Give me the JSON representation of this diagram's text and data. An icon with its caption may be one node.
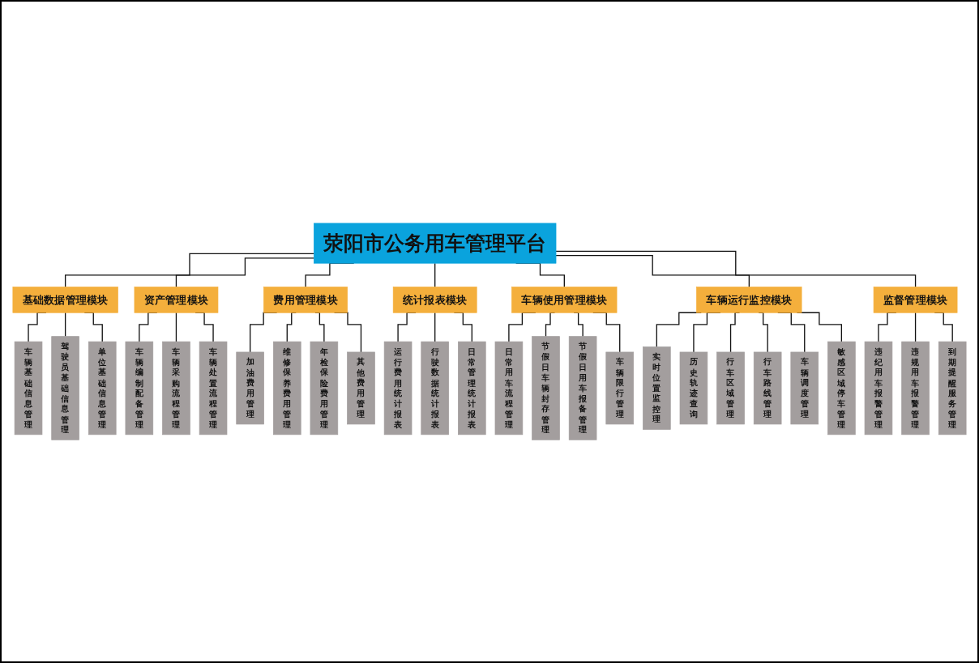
{
  "diagram": {
    "nodes": [
      {
        "text": [
          "荥阳市公务用车管理平台"
        ]
      },
      {
        "text": [
          "基础数据管理模块"
        ]
      },
      {
        "text": [
          "车辆基础信息管理"
        ]
      },
      {
        "text": [
          "驾驶员基础信息管理"
        ]
      },
      {
        "text": [
          "单位基础信息管理"
        ]
      },
      {
        "text": [
          "资产管理模块"
        ]
      },
      {
        "text": [
          "车辆编制配备管理"
        ]
      },
      {
        "text": [
          "车辆采购流程管理"
        ]
      },
      {
        "text": [
          "车辆处置流程管理"
        ]
      },
      {
        "text": [
          "费用管理模块"
        ]
      },
      {
        "text": [
          "加油费用管理"
        ]
      },
      {
        "text": [
          "维修保养费用管理"
        ]
      },
      {
        "text": [
          "年检保险费用管理"
        ]
      },
      {
        "text": [
          "其他费用管理"
        ]
      },
      {
        "text": [
          "统计报表模块"
        ]
      },
      {
        "text": [
          "运行费用统计报表"
        ]
      },
      {
        "text": [
          "行驶数据统计报表"
        ]
      },
      {
        "text": [
          "日常管理统计报表"
        ]
      },
      {
        "text": [
          "车辆使用管理模块"
        ]
      },
      {
        "text": [
          "日常用车流程管理"
        ]
      },
      {
        "text": [
          "节假日车辆封存管理"
        ]
      },
      {
        "text": [
          "节假日用车报备管理"
        ]
      },
      {
        "text": [
          "车辆限行管理"
        ]
      },
      {
        "text": [
          "车辆运行监控模块"
        ]
      },
      {
        "text": [
          "实时位置监控理"
        ]
      },
      {
        "text": [
          "历史轨迹查询"
        ]
      },
      {
        "text": [
          "行车区域管理"
        ]
      },
      {
        "text": [
          "行车路线管理"
        ]
      },
      {
        "text": [
          "车辆调度管理"
        ]
      },
      {
        "text": [
          "敏感区域停车管理"
        ]
      },
      {
        "text": [
          "监督管理模块"
        ]
      },
      {
        "text": [
          "违纪用车报警管理"
        ]
      },
      {
        "text": [
          "违规用车报警管理"
        ]
      },
      {
        "text": [
          "到期提醒服务管理"
        ]
      }
    ],
    "edges": [
      {
        "from": 0,
        "to": 1,
        "arrow": "none"
      },
      {
        "from": 1,
        "to": 2,
        "arrow": "none"
      },
      {
        "from": 1,
        "to": 3,
        "arrow": "none"
      },
      {
        "from": 1,
        "to": 4,
        "arrow": "none"
      },
      {
        "from": 0,
        "to": 5,
        "arrow": "none"
      },
      {
        "from": 5,
        "to": 6,
        "arrow": "none"
      },
      {
        "from": 5,
        "to": 7,
        "arrow": "none"
      },
      {
        "from": 5,
        "to": 8,
        "arrow": "none"
      },
      {
        "from": 0,
        "to": 9,
        "arrow": "none"
      },
      {
        "from": 9,
        "to": 10,
        "arrow": "none"
      },
      {
        "from": 9,
        "to": 11,
        "arrow": "none"
      },
      {
        "from": 9,
        "to": 12,
        "arrow": "none"
      },
      {
        "from": 9,
        "to": 13,
        "arrow": "none"
      },
      {
        "from": 0,
        "to": 14,
        "arrow": "none"
      },
      {
        "from": 14,
        "to": 15,
        "arrow": "none"
      },
      {
        "from": 14,
        "to": 16,
        "arrow": "none"
      },
      {
        "from": 14,
        "to": 17,
        "arrow": "none"
      },
      {
        "from": 0,
        "to": 18,
        "arrow": "none"
      },
      {
        "from": 18,
        "to": 19,
        "arrow": "none"
      },
      {
        "from": 18,
        "to": 20,
        "arrow": "none"
      },
      {
        "from": 18,
        "to": 21,
        "arrow": "none"
      },
      {
        "from": 18,
        "to": 22,
        "arrow": "none"
      },
      {
        "from": 0,
        "to": 23,
        "arrow": "none"
      },
      {
        "from": 23,
        "to": 24,
        "arrow": "none"
      },
      {
        "from": 23,
        "to": 25,
        "arrow": "none"
      },
      {
        "from": 23,
        "to": 26,
        "arrow": "none"
      },
      {
        "from": 23,
        "to": 27,
        "arrow": "none"
      },
      {
        "from": 23,
        "to": 28,
        "arrow": "none"
      },
      {
        "from": 23,
        "to": 29,
        "arrow": "none"
      },
      {
        "from": 0,
        "to": 30,
        "arrow": "none"
      },
      {
        "from": 30,
        "to": 31,
        "arrow": "none"
      },
      {
        "from": 30,
        "to": 32,
        "arrow": "none"
      },
      {
        "from": 30,
        "to": 33,
        "arrow": "none"
      }
    ]
  }
}
